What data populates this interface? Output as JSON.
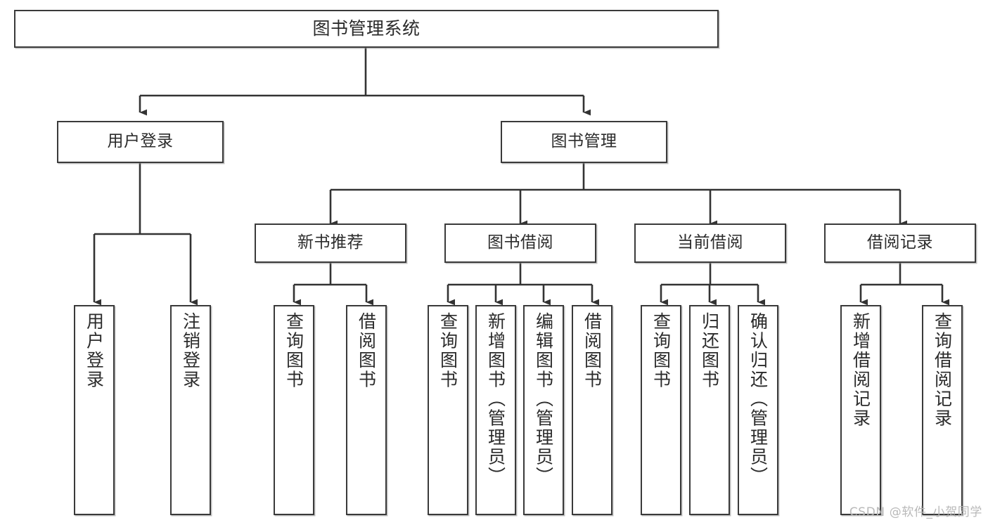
{
  "diagram": {
    "title": "图书管理系统",
    "type": "tree-hierarchy-diagram",
    "watermark": "CSDN @软件_小贺同学",
    "colors": {
      "background": "#ffffff",
      "node_border": "#3a3a3a",
      "node_fill": "#ffffff",
      "text": "#2b2b2b",
      "edge": "#333333",
      "watermark": "#b9b9b9"
    }
  },
  "nodes": {
    "root": {
      "label": "图书管理系统"
    },
    "level1": [
      {
        "id": "user-login",
        "label": "用户登录"
      },
      {
        "id": "book-management",
        "label": "图书管理"
      }
    ],
    "level2": [
      {
        "id": "new-book-recommend",
        "label": "新书推荐"
      },
      {
        "id": "book-borrow",
        "label": "图书借阅"
      },
      {
        "id": "current-borrow",
        "label": "当前借阅"
      },
      {
        "id": "borrow-record",
        "label": "借阅记录"
      }
    ],
    "leaves": {
      "user_login": [
        {
          "id": "leaf-user-login",
          "label": "用户登录"
        },
        {
          "id": "leaf-logout-login",
          "label": "注销登录"
        }
      ],
      "new_book_recommend": [
        {
          "id": "leaf-query-book-1",
          "label": "查询图书"
        },
        {
          "id": "leaf-borrow-book-1",
          "label": "借阅图书"
        }
      ],
      "book_borrow": [
        {
          "id": "leaf-query-book-2",
          "label": "查询图书"
        },
        {
          "id": "leaf-add-book",
          "label": "新增图书（管理员）"
        },
        {
          "id": "leaf-edit-book",
          "label": "编辑图书（管理员）"
        },
        {
          "id": "leaf-borrow-book-2",
          "label": "借阅图书"
        }
      ],
      "current_borrow": [
        {
          "id": "leaf-query-book-3",
          "label": "查询图书"
        },
        {
          "id": "leaf-return-book",
          "label": "归还图书"
        },
        {
          "id": "leaf-confirm-return",
          "label": "确认归还（管理员）"
        }
      ],
      "borrow_record": [
        {
          "id": "leaf-add-record",
          "label": "新增借阅记录"
        },
        {
          "id": "leaf-query-record",
          "label": "查询借阅记录"
        }
      ]
    }
  },
  "chart_data": {
    "type": "tree",
    "title": "图书管理系统",
    "edges": [
      {
        "from": "图书管理系统",
        "to": "用户登录"
      },
      {
        "from": "图书管理系统",
        "to": "图书管理"
      },
      {
        "from": "用户登录",
        "to": "用户登录"
      },
      {
        "from": "用户登录",
        "to": "注销登录"
      },
      {
        "from": "图书管理",
        "to": "新书推荐"
      },
      {
        "from": "图书管理",
        "to": "图书借阅"
      },
      {
        "from": "图书管理",
        "to": "当前借阅"
      },
      {
        "from": "图书管理",
        "to": "借阅记录"
      },
      {
        "from": "新书推荐",
        "to": "查询图书"
      },
      {
        "from": "新书推荐",
        "to": "借阅图书"
      },
      {
        "from": "图书借阅",
        "to": "查询图书"
      },
      {
        "from": "图书借阅",
        "to": "新增图书（管理员）"
      },
      {
        "from": "图书借阅",
        "to": "编辑图书（管理员）"
      },
      {
        "from": "图书借阅",
        "to": "借阅图书"
      },
      {
        "from": "当前借阅",
        "to": "查询图书"
      },
      {
        "from": "当前借阅",
        "to": "归还图书"
      },
      {
        "from": "当前借阅",
        "to": "确认归还（管理员）"
      },
      {
        "from": "借阅记录",
        "to": "新增借阅记录"
      },
      {
        "from": "借阅记录",
        "to": "查询借阅记录"
      }
    ]
  }
}
